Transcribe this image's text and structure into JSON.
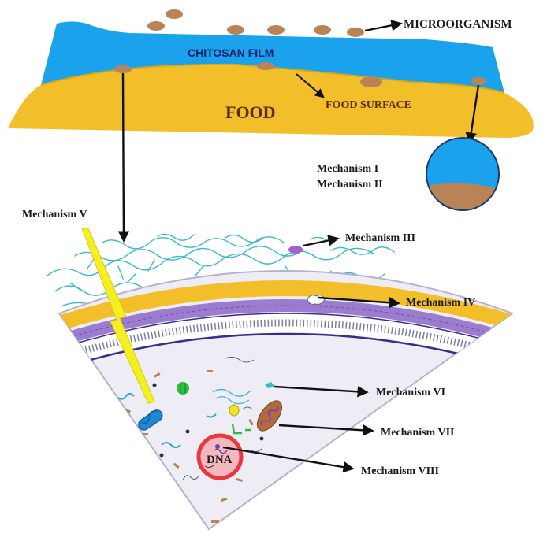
{
  "labels": {
    "microorganism": "MICROORGANISM",
    "chitosan_film": "CHITOSAN FILM",
    "food": "FOOD",
    "food_surface": "FOOD SURFACE",
    "mechanism_1": "Mechanism I",
    "mechanism_2": "Mechanism II",
    "mechanism_3": "Mechanism III",
    "mechanism_4": "Mechanism IV",
    "mechanism_5": "Mechanism V",
    "mechanism_6": "Mechanism VI",
    "mechanism_7": "Mechanism VII",
    "mechanism_8": "Mechanism VIII",
    "dna": "DNA"
  },
  "colors": {
    "chitosan_film": "#1aa3ec",
    "food": "#f2bf2a",
    "microorganism": "#b98356",
    "membrane": "#9b7ccf",
    "cytoplasm": "#eeecf5",
    "nucleus": "#e8383d",
    "lightning": "#f3ef21",
    "fiber": "#39b9cf"
  }
}
